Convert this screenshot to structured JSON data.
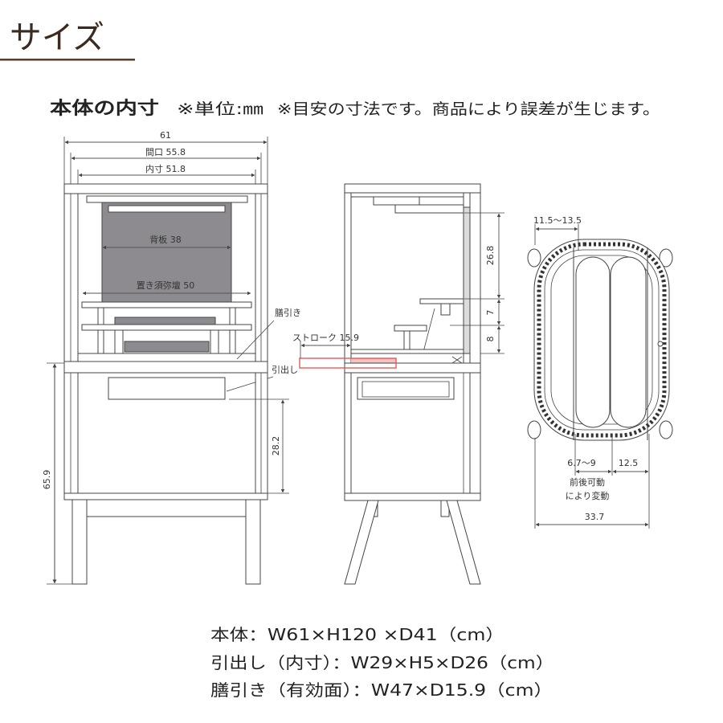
{
  "title": "サイズ",
  "subtitle": {
    "heading": "本体の内寸",
    "note_unit": "※単位:㎜",
    "note_estimate": "※目安の寸法です。商品により誤差が生じます。"
  },
  "front_view": {
    "width_total": "61",
    "opening": "間口 55.8",
    "inner": "内寸 51.8",
    "back_panel": "背板 38",
    "altar_base": "置き須弥壇 50",
    "pullout_label": "膳引き",
    "drawer_label": "引出し",
    "lower_height": "28.2",
    "floor_height": "65.9"
  },
  "side_view": {
    "height_upper": "26.8",
    "height_step1": "7",
    "height_step2": "8",
    "stroke": "ストローク 15.9"
  },
  "top_view": {
    "width_range": "11.5〜13.5",
    "offset_range": "6.7〜9",
    "offset_fixed": "12.5",
    "note_line1": "前後可動",
    "note_line2": "により変動",
    "depth_total": "33.7"
  },
  "specs": {
    "body": "本体：W61×H120 ×D41（cm）",
    "drawer": "引出し（内寸）：W29×H5×D26（cm）",
    "pullout": "膳引き（有効面）：W47×D15.9（cm）"
  },
  "colors": {
    "title": "#3b2a1f",
    "underline": "#5b3a29",
    "line": "#444444",
    "panel": "#8d8b8f",
    "red": "#e35a5a",
    "pink": "#f6c2c2"
  }
}
